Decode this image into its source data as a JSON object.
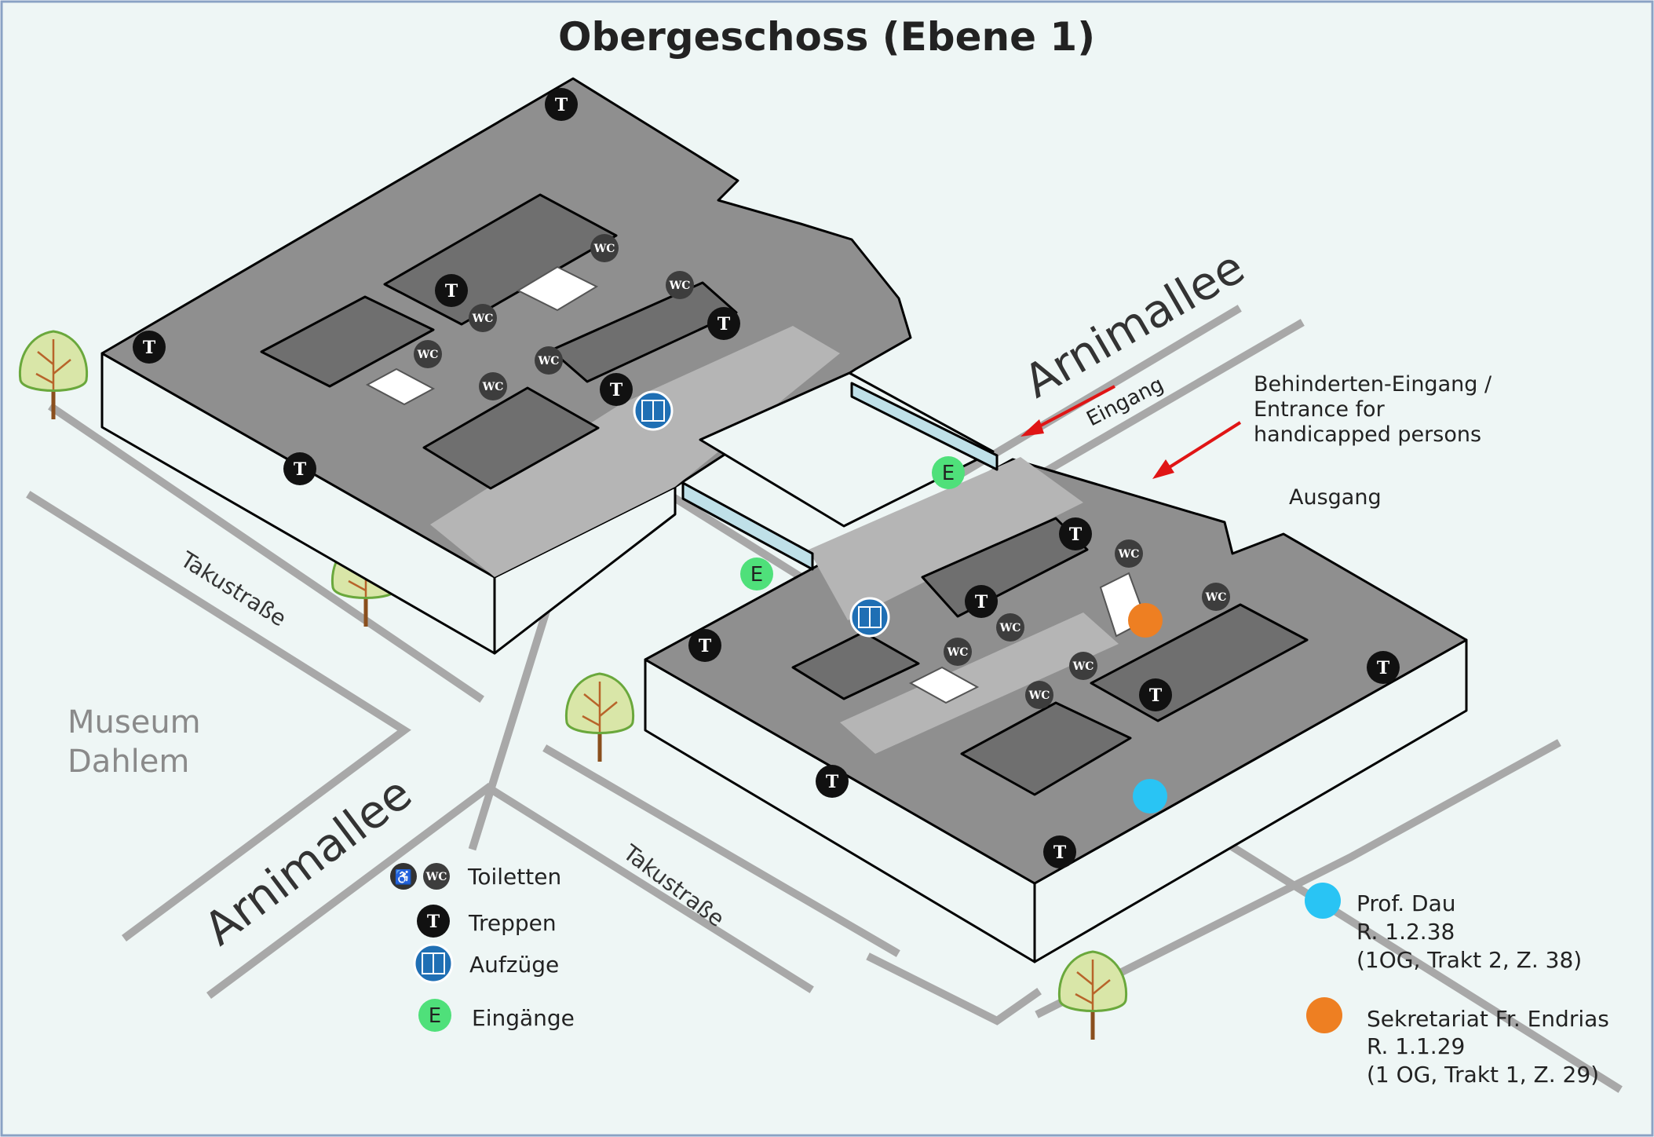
{
  "title": "Obergeschoss (Ebene 1)",
  "streets": {
    "arnimallee_top": "Arnimallee",
    "arnimallee_bottom": "Arnimallee",
    "takustrasse_left": "Takustraße",
    "takustrasse_bottom": "Takustraße"
  },
  "museum": {
    "line1": "Museum",
    "line2": "Dahlem"
  },
  "annotations": {
    "eingang": "Eingang",
    "handicapped_line1": "Behinderten-Eingang /",
    "handicapped_line2": "Entrance for",
    "handicapped_line3": "handicapped persons",
    "ausgang": "Ausgang"
  },
  "icons": {
    "stairs_letter": "T",
    "wc_letter": "WC",
    "entrance_letter": "E"
  },
  "legend": {
    "toiletten": "Toiletten",
    "treppen": "Treppen",
    "aufzuege": "Aufzüge",
    "eingaenge": "Eingänge"
  },
  "rooms": [
    {
      "color": "#29c4f4",
      "line1": "Prof. Dau",
      "line2": "R. 1.2.38",
      "line3": "(1OG, Trakt 2, Z. 38)"
    },
    {
      "color": "#ee7f22",
      "line1": "Sekretariat Fr. Endrias",
      "line2": "R. 1.1.29",
      "line3": "(1 OG, Trakt 1, Z. 29)"
    }
  ],
  "colors": {
    "background": "#eef6f5",
    "floor": "#8f8f8f",
    "corridor": "#b5b5b5",
    "courtyard": "#6f6f6f",
    "wall": "#eef6f5",
    "street": "#a8a8a8",
    "entrance": "#4fe07a",
    "arrow": "#e01515",
    "elevator": "#1f6fb4"
  }
}
